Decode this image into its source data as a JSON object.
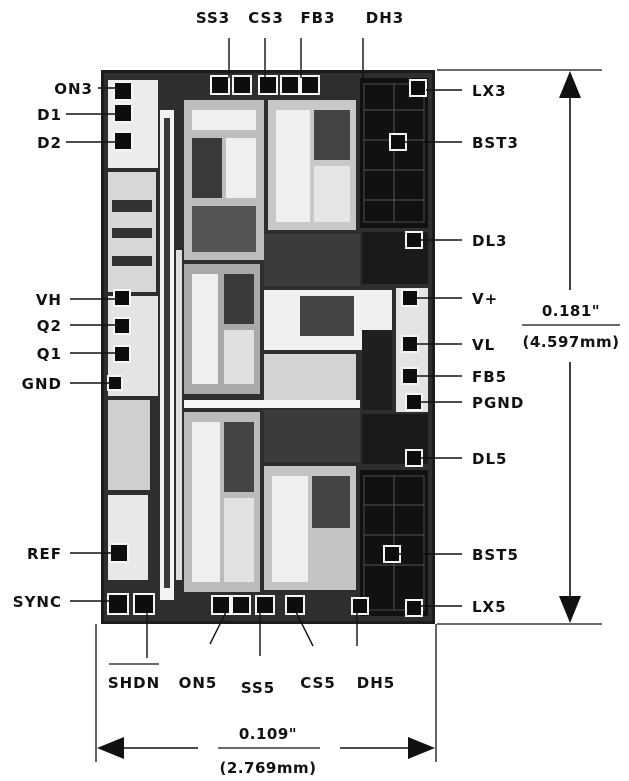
{
  "pins": {
    "top": [
      "SS3",
      "CS3",
      "FB3",
      "DH3"
    ],
    "left": [
      "ON3",
      "D1",
      "D2",
      "VH",
      "Q2",
      "Q1",
      "GND",
      "REF",
      "SYNC"
    ],
    "right": [
      "LX3",
      "BST3",
      "DL3",
      "V+",
      "VL",
      "FB5",
      "PGND",
      "DL5",
      "BST5",
      "LX5"
    ],
    "bottom": [
      "SHDN",
      "ON5",
      "SS5",
      "CS5",
      "DH5"
    ]
  },
  "dimensions": {
    "height_inch": "0.181\"",
    "height_mm": "(4.597mm)",
    "width_inch": "0.109\"",
    "width_mm": "(2.769mm)"
  },
  "colors": {
    "ink": "#111111",
    "die": "#2a2a2a",
    "metal": "#f2f2f2"
  }
}
